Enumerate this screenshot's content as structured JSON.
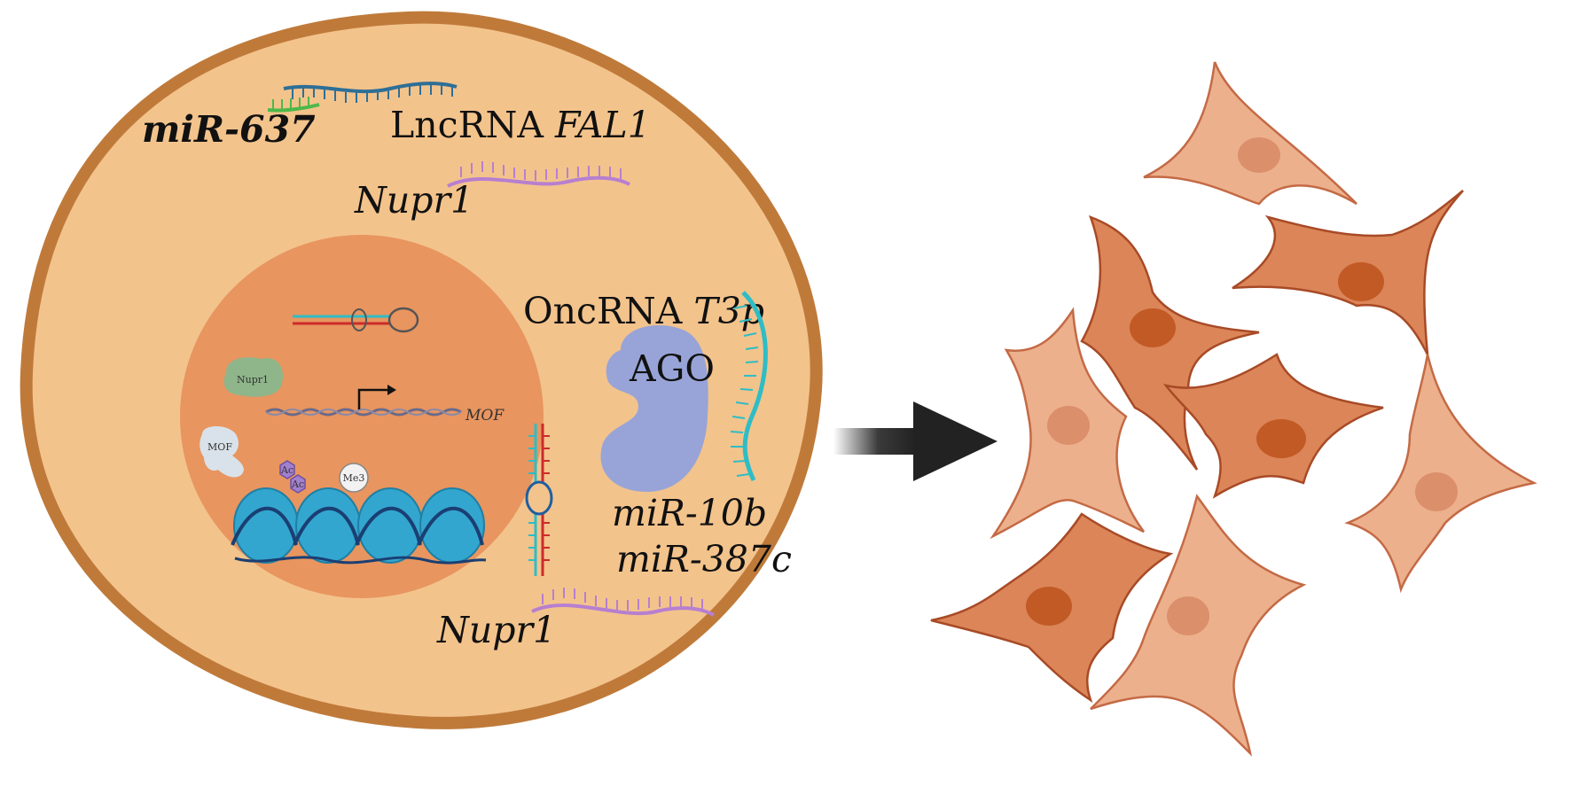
{
  "labels": {
    "mir637": "miR-637",
    "lncrna_prefix": "LncRNA ",
    "lncrna_gene": "FAL1",
    "nupr1_top": "Nupr1",
    "oncrna_prefix": "OncRNA ",
    "oncrna_gene": "T3p",
    "ago": "AGO",
    "mir10b": "miR-10b",
    "mir387c": "miR-387c",
    "nupr1_bottom": "Nupr1",
    "nucleus_nupr1": "Nupr1",
    "nucleus_mof_gene": "MOF",
    "nucleus_mof_protein": "MOF",
    "nucleus_me3": "Me3",
    "nucleus_ac1": "Ac",
    "nucleus_ac2": "Ac"
  },
  "colors": {
    "cell_fill": "#f3c38c",
    "cell_border": "#bf7a3a",
    "nucleus": "#e8955f",
    "nupr1_rna": "#b77fd0",
    "lncrna": "#2e6f96",
    "mir637": "#4db84a",
    "oncrna": "#2ebdc6",
    "ago": "#98a4d7",
    "mof_protein": "#d9e2ea",
    "nupr1_protein": "#8fb58a",
    "nucleosome": "#33a6cf",
    "acetyl": "#a380cf",
    "cell_dark": "#db8558",
    "cell_light": "#ecb08c",
    "arrow": "#222222"
  },
  "icons": [
    "nucleosome-icon",
    "ago-protein-icon",
    "hairpin-rna-icon",
    "arrow-right-icon",
    "tumor-cell-icon"
  ]
}
